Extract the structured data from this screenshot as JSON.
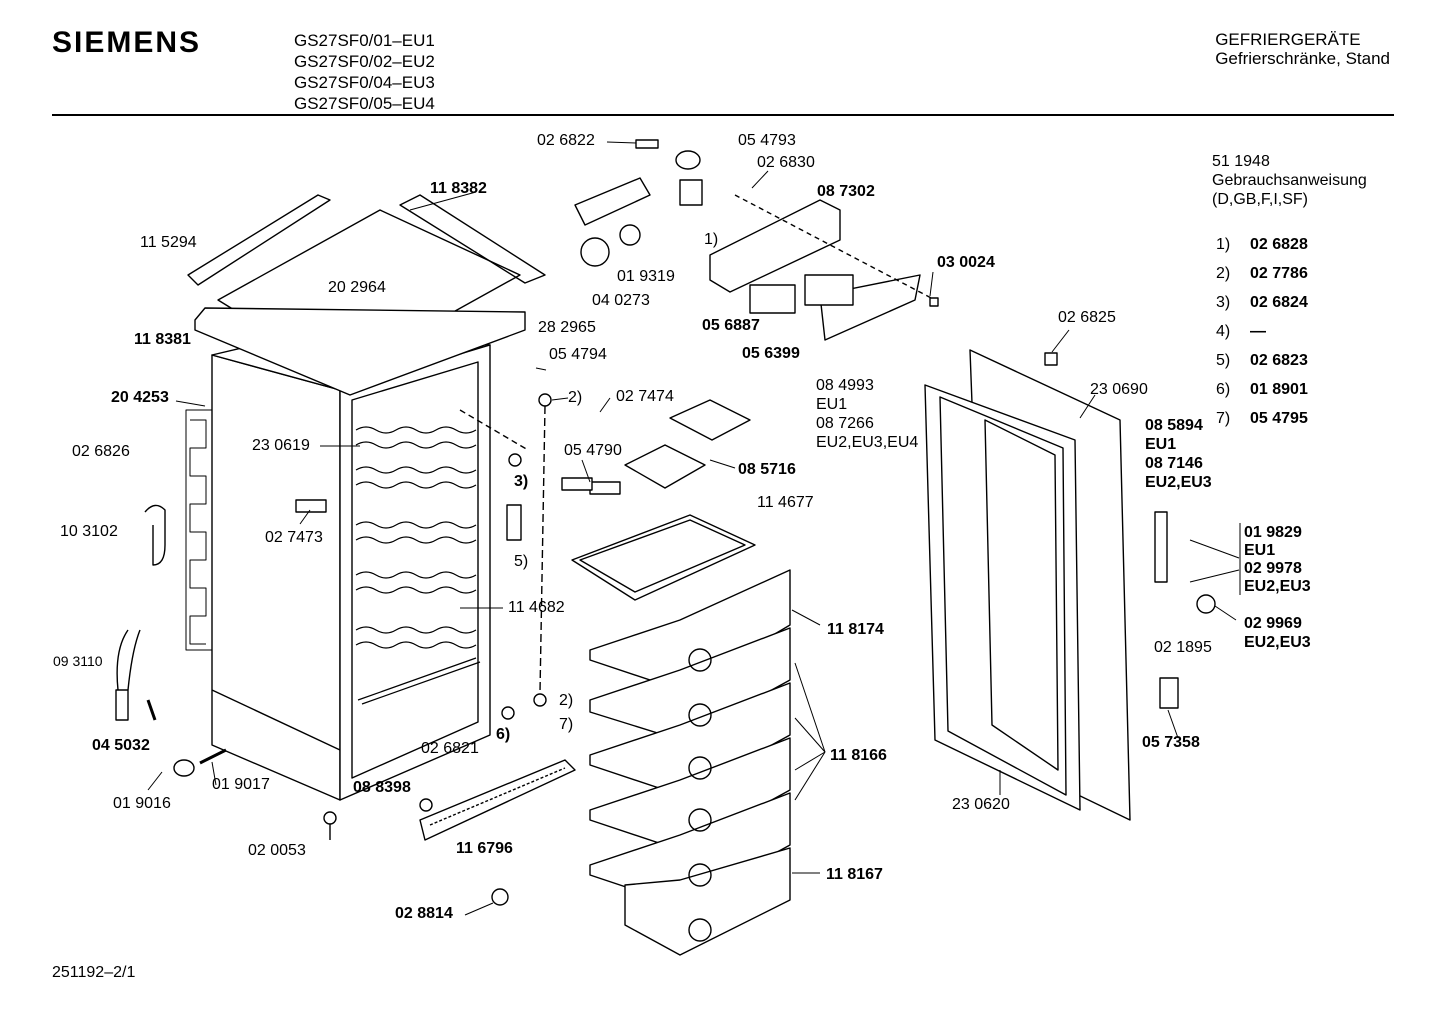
{
  "header": {
    "brand": "SIEMENS",
    "models": [
      "GS27SF0/01–EU1",
      "GS27SF0/02–EU2",
      "GS27SF0/04–EU3",
      "GS27SF0/05–EU4"
    ],
    "category_line1": "GEFRIERGERÄTE",
    "category_line2": "Gefrierschränke, Stand"
  },
  "notes": {
    "part": "51 1948",
    "title": "Gebrauchsanweisung",
    "languages": "(D,GB,F,I,SF)"
  },
  "legend": [
    {
      "key": "1)",
      "value": "02 6828"
    },
    {
      "key": "2)",
      "value": "02 7786"
    },
    {
      "key": "3)",
      "value": "02 6824"
    },
    {
      "key": "4)",
      "value": "—"
    },
    {
      "key": "5)",
      "value": "02 6823"
    },
    {
      "key": "6)",
      "value": "01 8901"
    },
    {
      "key": "7)",
      "value": "05 4795"
    }
  ],
  "parts": [
    {
      "id": "p026822",
      "text": "02 6822"
    },
    {
      "id": "p054793",
      "text": "05 4793"
    },
    {
      "id": "p026830",
      "text": "02 6830"
    },
    {
      "id": "p087302",
      "text": "08 7302"
    },
    {
      "id": "p118382",
      "text": "11 8382"
    },
    {
      "id": "p115294",
      "text": "11 5294"
    },
    {
      "id": "p202964",
      "text": "20 2964"
    },
    {
      "id": "p019319",
      "text": "01 9319"
    },
    {
      "id": "p040273",
      "text": "04 0273"
    },
    {
      "id": "p030024",
      "text": "03 0024"
    },
    {
      "id": "p056887",
      "text": "05 6887"
    },
    {
      "id": "p056399",
      "text": "05 6399"
    },
    {
      "id": "p282965",
      "text": "28 2965"
    },
    {
      "id": "p118381",
      "text": "11 8381"
    },
    {
      "id": "p054794",
      "text": "05 4794"
    },
    {
      "id": "p204253",
      "text": "20 4253"
    },
    {
      "id": "p027474",
      "text": "02 7474"
    },
    {
      "id": "p026825",
      "text": "02 6825"
    },
    {
      "id": "p084993",
      "text": "08 4993"
    },
    {
      "id": "peu1a",
      "text": "EU1"
    },
    {
      "id": "p087266",
      "text": "08 7266"
    },
    {
      "id": "peu234",
      "text": "EU2,EU3,EU4"
    },
    {
      "id": "p230690",
      "text": "23 0690"
    },
    {
      "id": "p230619",
      "text": "23 0619"
    },
    {
      "id": "p026826",
      "text": "02 6826"
    },
    {
      "id": "p054790",
      "text": "05 4790"
    },
    {
      "id": "p085716",
      "text": "08 5716"
    },
    {
      "id": "p085894",
      "text": "08 5894"
    },
    {
      "id": "peu1b",
      "text": "EU1"
    },
    {
      "id": "p087146",
      "text": "08 7146"
    },
    {
      "id": "peu23a",
      "text": "EU2,EU3"
    },
    {
      "id": "p114677",
      "text": "11 4677"
    },
    {
      "id": "p103102",
      "text": "10 3102"
    },
    {
      "id": "p027473",
      "text": "02 7473"
    },
    {
      "id": "p019829",
      "text": "01 9829"
    },
    {
      "id": "peu1c",
      "text": "EU1"
    },
    {
      "id": "p029978",
      "text": "02 9978"
    },
    {
      "id": "peu23b",
      "text": "EU2,EU3"
    },
    {
      "id": "p114682",
      "text": "11 4682"
    },
    {
      "id": "p118174",
      "text": "11 8174"
    },
    {
      "id": "p029969",
      "text": "02 9969"
    },
    {
      "id": "peu23c",
      "text": "EU2,EU3"
    },
    {
      "id": "p021895",
      "text": "02 1895"
    },
    {
      "id": "p093110",
      "text": "09 3110"
    },
    {
      "id": "p057358",
      "text": "05 7358"
    },
    {
      "id": "p045032",
      "text": "04 5032"
    },
    {
      "id": "p026821",
      "text": "02 6821"
    },
    {
      "id": "p118166",
      "text": "11 8166"
    },
    {
      "id": "p019017",
      "text": "01 9017"
    },
    {
      "id": "p019016",
      "text": "01 9016"
    },
    {
      "id": "p088398",
      "text": "08 8398"
    },
    {
      "id": "p230620",
      "text": "23 0620"
    },
    {
      "id": "p020053",
      "text": "02 0053"
    },
    {
      "id": "p116796",
      "text": "11 6796"
    },
    {
      "id": "p118167",
      "text": "11 8167"
    },
    {
      "id": "p028814",
      "text": "02 8814"
    },
    {
      "id": "c1",
      "text": "1)"
    },
    {
      "id": "c2a",
      "text": "2)"
    },
    {
      "id": "c3",
      "text": "3)"
    },
    {
      "id": "c5",
      "text": "5)"
    },
    {
      "id": "c2b",
      "text": "2)"
    },
    {
      "id": "c6",
      "text": "6)"
    },
    {
      "id": "c7",
      "text": "7)"
    }
  ],
  "footer": {
    "doc_number": "251192–2/1"
  }
}
